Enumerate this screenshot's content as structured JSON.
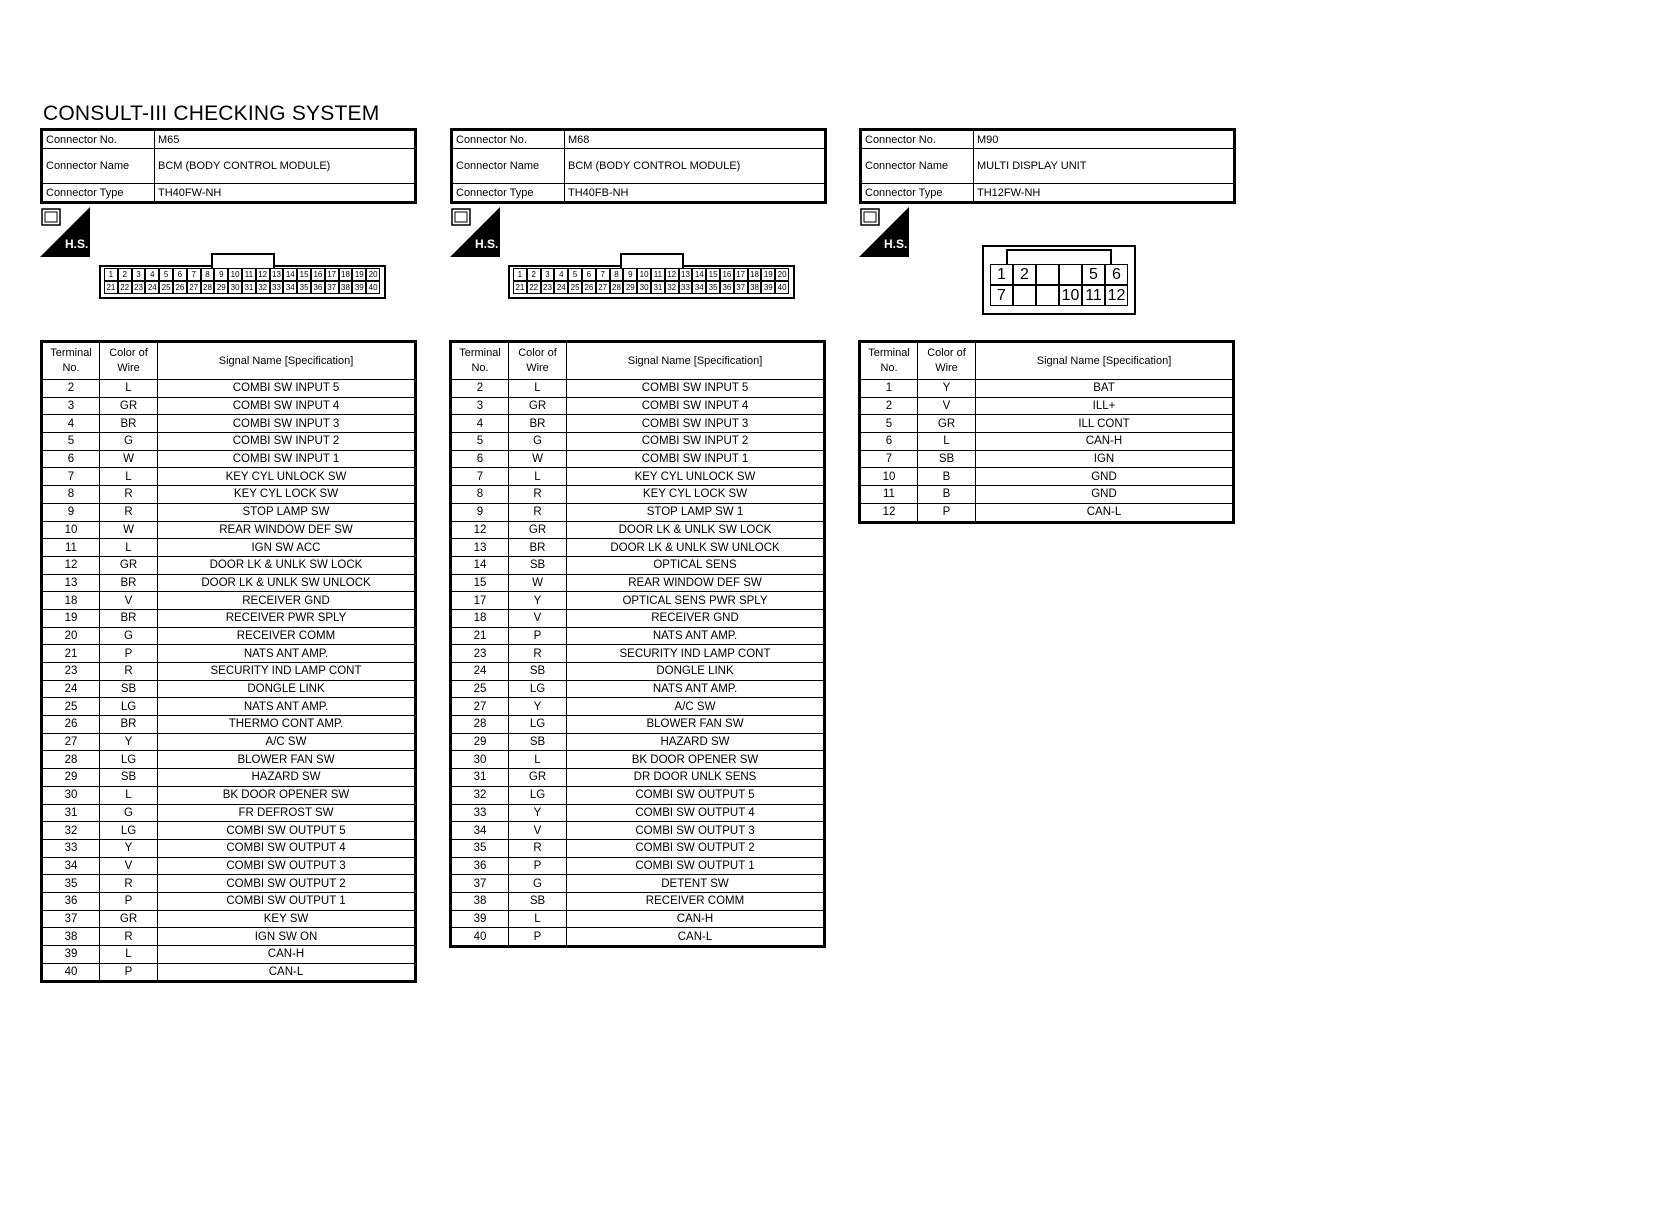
{
  "page_title": "CONSULT-III CHECKING SYSTEM",
  "labels": {
    "connector_no": "Connector No.",
    "connector_name": "Connector Name",
    "connector_type": "Connector Type",
    "hs": "H.S.",
    "col_terminal": "Terminal No.",
    "col_color": "Color of Wire",
    "col_signal": "Signal Name [Specification]"
  },
  "connectors": [
    {
      "no": "M65",
      "name": "BCM (BODY CONTROL MODULE)",
      "type": "TH40FW-NH",
      "pins_top": [
        "1",
        "2",
        "3",
        "4",
        "5",
        "6",
        "7",
        "8",
        "9",
        "10",
        "11",
        "12",
        "13",
        "14",
        "15",
        "16",
        "17",
        "18",
        "19",
        "20"
      ],
      "pins_bottom": [
        "21",
        "22",
        "23",
        "24",
        "25",
        "26",
        "27",
        "28",
        "29",
        "30",
        "31",
        "32",
        "33",
        "34",
        "35",
        "36",
        "37",
        "38",
        "39",
        "40"
      ],
      "rows": [
        [
          "2",
          "L",
          "COMBI SW INPUT 5"
        ],
        [
          "3",
          "GR",
          "COMBI SW INPUT 4"
        ],
        [
          "4",
          "BR",
          "COMBI SW INPUT 3"
        ],
        [
          "5",
          "G",
          "COMBI SW INPUT 2"
        ],
        [
          "6",
          "W",
          "COMBI SW INPUT 1"
        ],
        [
          "7",
          "L",
          "KEY CYL UNLOCK SW"
        ],
        [
          "8",
          "R",
          "KEY CYL LOCK SW"
        ],
        [
          "9",
          "R",
          "STOP LAMP SW"
        ],
        [
          "10",
          "W",
          "REAR WINDOW DEF SW"
        ],
        [
          "11",
          "L",
          "IGN SW ACC"
        ],
        [
          "12",
          "GR",
          "DOOR LK & UNLK SW LOCK"
        ],
        [
          "13",
          "BR",
          "DOOR LK & UNLK SW UNLOCK"
        ],
        [
          "18",
          "V",
          "RECEIVER GND"
        ],
        [
          "19",
          "BR",
          "RECEIVER PWR SPLY"
        ],
        [
          "20",
          "G",
          "RECEIVER COMM"
        ],
        [
          "21",
          "P",
          "NATS ANT AMP."
        ],
        [
          "23",
          "R",
          "SECURITY IND LAMP CONT"
        ],
        [
          "24",
          "SB",
          "DONGLE LINK"
        ],
        [
          "25",
          "LG",
          "NATS ANT AMP."
        ],
        [
          "26",
          "BR",
          "THERMO CONT AMP."
        ],
        [
          "27",
          "Y",
          "A/C SW"
        ],
        [
          "28",
          "LG",
          "BLOWER FAN SW"
        ],
        [
          "29",
          "SB",
          "HAZARD SW"
        ],
        [
          "30",
          "L",
          "BK DOOR OPENER SW"
        ],
        [
          "31",
          "G",
          "FR DEFROST SW"
        ],
        [
          "32",
          "LG",
          "COMBI SW OUTPUT 5"
        ],
        [
          "33",
          "Y",
          "COMBI SW OUTPUT 4"
        ],
        [
          "34",
          "V",
          "COMBI SW OUTPUT 3"
        ],
        [
          "35",
          "R",
          "COMBI SW OUTPUT 2"
        ],
        [
          "36",
          "P",
          "COMBI SW OUTPUT 1"
        ],
        [
          "37",
          "GR",
          "KEY SW"
        ],
        [
          "38",
          "R",
          "IGN SW ON"
        ],
        [
          "39",
          "L",
          "CAN-H"
        ],
        [
          "40",
          "P",
          "CAN-L"
        ]
      ]
    },
    {
      "no": "M68",
      "name": "BCM (BODY CONTROL MODULE)",
      "type": "TH40FB-NH",
      "pins_top": [
        "1",
        "2",
        "3",
        "4",
        "5",
        "6",
        "7",
        "8",
        "9",
        "10",
        "11",
        "12",
        "13",
        "14",
        "15",
        "16",
        "17",
        "18",
        "19",
        "20"
      ],
      "pins_bottom": [
        "21",
        "22",
        "23",
        "24",
        "25",
        "26",
        "27",
        "28",
        "29",
        "30",
        "31",
        "32",
        "33",
        "34",
        "35",
        "36",
        "37",
        "38",
        "39",
        "40"
      ],
      "rows": [
        [
          "2",
          "L",
          "COMBI SW INPUT 5"
        ],
        [
          "3",
          "GR",
          "COMBI SW INPUT 4"
        ],
        [
          "4",
          "BR",
          "COMBI SW INPUT 3"
        ],
        [
          "5",
          "G",
          "COMBI SW INPUT 2"
        ],
        [
          "6",
          "W",
          "COMBI SW INPUT 1"
        ],
        [
          "7",
          "L",
          "KEY CYL UNLOCK SW"
        ],
        [
          "8",
          "R",
          "KEY CYL LOCK SW"
        ],
        [
          "9",
          "R",
          "STOP LAMP SW 1"
        ],
        [
          "12",
          "GR",
          "DOOR LK & UNLK SW LOCK"
        ],
        [
          "13",
          "BR",
          "DOOR LK & UNLK SW UNLOCK"
        ],
        [
          "14",
          "SB",
          "OPTICAL SENS"
        ],
        [
          "15",
          "W",
          "REAR WINDOW DEF SW"
        ],
        [
          "17",
          "Y",
          "OPTICAL SENS PWR SPLY"
        ],
        [
          "18",
          "V",
          "RECEIVER GND"
        ],
        [
          "21",
          "P",
          "NATS ANT AMP."
        ],
        [
          "23",
          "R",
          "SECURITY IND LAMP CONT"
        ],
        [
          "24",
          "SB",
          "DONGLE LINK"
        ],
        [
          "25",
          "LG",
          "NATS ANT AMP."
        ],
        [
          "27",
          "Y",
          "A/C SW"
        ],
        [
          "28",
          "LG",
          "BLOWER FAN SW"
        ],
        [
          "29",
          "SB",
          "HAZARD SW"
        ],
        [
          "30",
          "L",
          "BK DOOR OPENER SW"
        ],
        [
          "31",
          "GR",
          "DR DOOR UNLK SENS"
        ],
        [
          "32",
          "LG",
          "COMBI SW OUTPUT 5"
        ],
        [
          "33",
          "Y",
          "COMBI SW OUTPUT 4"
        ],
        [
          "34",
          "V",
          "COMBI SW OUTPUT 3"
        ],
        [
          "35",
          "R",
          "COMBI SW OUTPUT 2"
        ],
        [
          "36",
          "P",
          "COMBI SW OUTPUT 1"
        ],
        [
          "37",
          "G",
          "DETENT SW"
        ],
        [
          "38",
          "SB",
          "RECEIVER COMM"
        ],
        [
          "39",
          "L",
          "CAN-H"
        ],
        [
          "40",
          "P",
          "CAN-L"
        ]
      ]
    },
    {
      "no": "M90",
      "name": "MULTI DISPLAY UNIT",
      "type": "TH12FW-NH",
      "pins_top": [
        "1",
        "2",
        "",
        "",
        "5",
        "6"
      ],
      "pins_bottom": [
        "7",
        "",
        "",
        "10",
        "11",
        "12"
      ],
      "rows": [
        [
          "1",
          "Y",
          "BAT"
        ],
        [
          "2",
          "V",
          "ILL+"
        ],
        [
          "5",
          "GR",
          "ILL CONT"
        ],
        [
          "6",
          "L",
          "CAN-H"
        ],
        [
          "7",
          "SB",
          "IGN"
        ],
        [
          "10",
          "B",
          "GND"
        ],
        [
          "11",
          "B",
          "GND"
        ],
        [
          "12",
          "P",
          "CAN-L"
        ]
      ]
    }
  ]
}
